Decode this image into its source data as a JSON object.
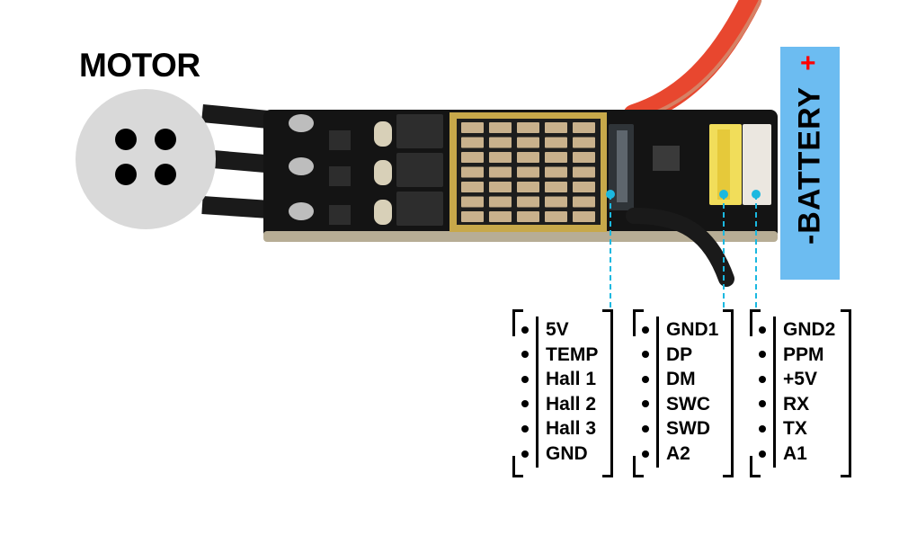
{
  "motor": {
    "title": "MOTOR",
    "pole_count": 4,
    "circle_color": "#d9d9d9"
  },
  "battery": {
    "label": "-BATTERY",
    "plus_sign": "+",
    "box_color": "#6cbcf1",
    "plus_color": "#ff0000"
  },
  "board": {
    "phase_wires": 3,
    "capacitor_grid": {
      "rows": 7,
      "cols": 5
    },
    "wire_colors": {
      "power_positive": "#e8472f",
      "signal": "#1a1a1a",
      "phase": "#1a1a1a"
    },
    "leader_line_color": "#1bb8e0"
  },
  "connectors": [
    {
      "name": "hall-sensor-connector",
      "pins": [
        "5V",
        "TEMP",
        "Hall 1",
        "Hall 2",
        "Hall 3",
        "GND"
      ]
    },
    {
      "name": "debug-connector",
      "pins": [
        "GND1",
        "DP",
        "DM",
        "SWC",
        "SWD",
        "A2"
      ]
    },
    {
      "name": "control-connector",
      "pins": [
        "GND2",
        "PPM",
        "+5V",
        "RX",
        "TX",
        "A1"
      ]
    }
  ]
}
